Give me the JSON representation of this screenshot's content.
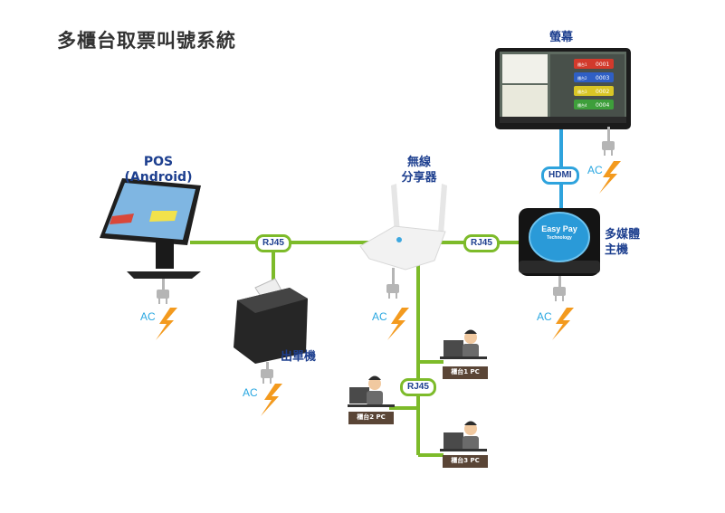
{
  "title": "多櫃台取票叫號系統",
  "nodes": {
    "display": {
      "label": "螢幕",
      "queue": [
        {
          "counter": "櫃台1",
          "number": "0001",
          "color": "#d23a2c"
        },
        {
          "counter": "櫃台2",
          "number": "0003",
          "color": "#2f5fc4"
        },
        {
          "counter": "櫃台3",
          "number": "0002",
          "color": "#d9c626"
        },
        {
          "counter": "櫃台4",
          "number": "0004",
          "color": "#3e9f3b"
        }
      ]
    },
    "pos": {
      "label": "POS (Android)"
    },
    "router": {
      "label_line1": "無線",
      "label_line2": "分享器"
    },
    "media_box": {
      "label_line1": "多媒體",
      "label_line2": "主機",
      "logo_text": "Easy Pay",
      "logo_sub": "Technology"
    },
    "printer": {
      "label": "出單機"
    },
    "pcs": [
      {
        "label": "櫃台1 PC"
      },
      {
        "label": "櫃台2 PC"
      },
      {
        "label": "櫃台3 PC"
      }
    ]
  },
  "connections": {
    "rj45_left": "RJ45",
    "rj45_right": "RJ45",
    "rj45_bottom": "RJ45",
    "hdmi": "HDMI"
  },
  "power": {
    "ac_label": "AC"
  },
  "colors": {
    "ethernet": "#7dbb2a",
    "hdmi": "#2ea3dd",
    "label": "#1d3f8f",
    "ac": "#29a7e1",
    "bolt": "#f39a1e"
  }
}
